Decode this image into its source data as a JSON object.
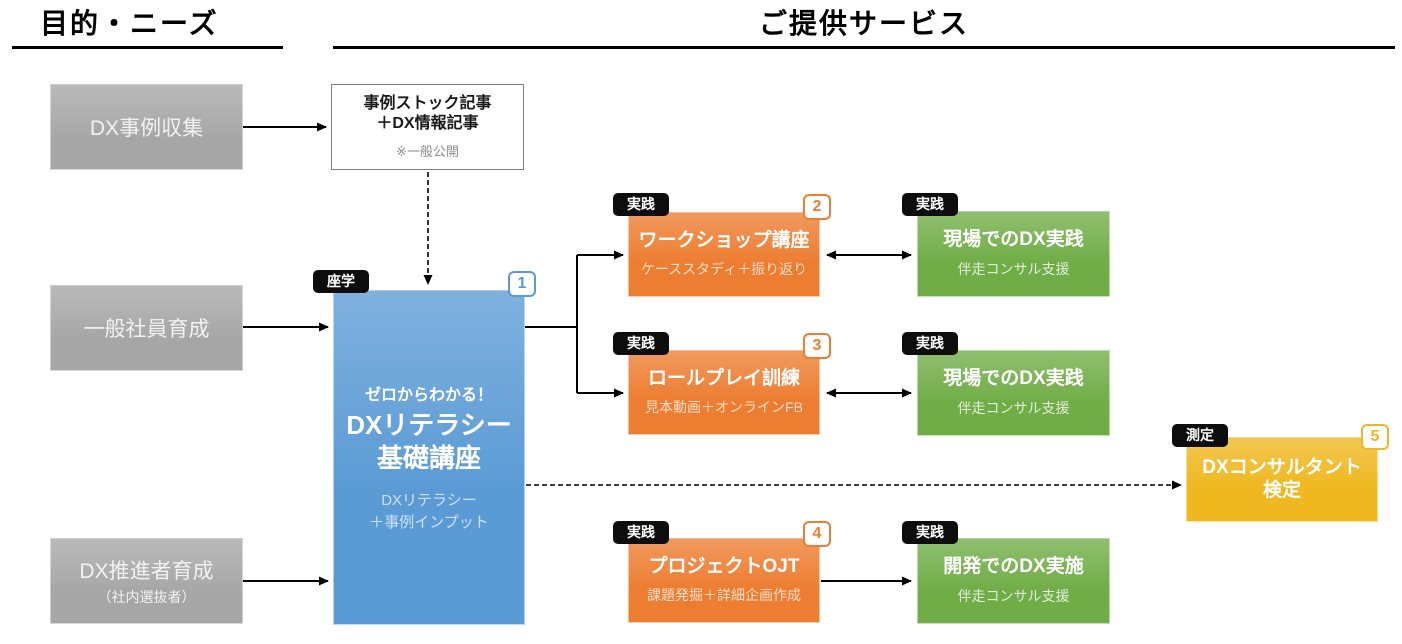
{
  "colors": {
    "blue": "#5B9BD5",
    "orange": "#ED7D31",
    "green": "#70AD47",
    "yellow": "#EFB820",
    "gray": "#A6A6A6",
    "tag-black": "#0D0D0D"
  },
  "headings": {
    "left": "目的・ニーズ",
    "right": "ご提供サービス"
  },
  "needs": [
    {
      "label": "DX事例収集"
    },
    {
      "label": "一般社員育成"
    },
    {
      "label": "DX推進者育成",
      "sublabel": "（社内選抜者）"
    }
  ],
  "article_box": {
    "title_line1": "事例ストック記事",
    "title_line2": "＋DX情報記事",
    "note": "※一般公開"
  },
  "course_box": {
    "tag": "座学",
    "number": "1",
    "catch": "ゼロからわかる！",
    "title_line1": "DXリテラシー",
    "title_line2": "基礎講座",
    "subtitle_line1": "DXリテラシー",
    "subtitle_line2": "＋事例インプット"
  },
  "practice_boxes": [
    {
      "tag": "実践",
      "number": "2",
      "title": "ワークショップ講座",
      "subtitle": "ケーススタディ＋振り返り"
    },
    {
      "tag": "実践",
      "number": "3",
      "title": "ロールプレイ訓練",
      "subtitle": "見本動画＋オンラインFB"
    },
    {
      "tag": "実践",
      "number": "4",
      "title": "プロジェクトOJT",
      "subtitle": "課題発掘＋詳細企画作成"
    }
  ],
  "field_boxes": [
    {
      "tag": "実践",
      "title": "現場でのDX実践",
      "subtitle": "伴走コンサル支援"
    },
    {
      "tag": "実践",
      "title": "現場でのDX実践",
      "subtitle": "伴走コンサル支援"
    },
    {
      "tag": "実践",
      "title": "開発でのDX実施",
      "subtitle": "伴走コンサル支援"
    }
  ],
  "exam_box": {
    "tag": "測定",
    "number": "5",
    "title_line1": "DXコンサルタント",
    "title_line2": "検定"
  }
}
